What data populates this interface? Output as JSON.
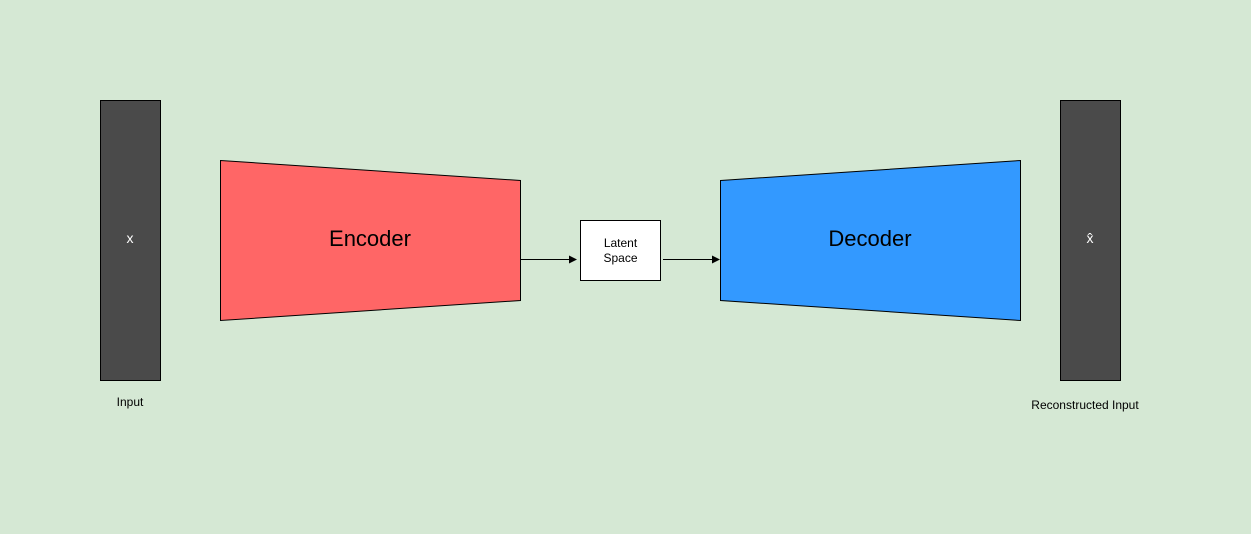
{
  "diagram": {
    "input": {
      "symbol": "x",
      "caption": "Input"
    },
    "encoder": {
      "label": "Encoder"
    },
    "latent": {
      "line1": "Latent",
      "line2": "Space"
    },
    "decoder": {
      "label": "Decoder"
    },
    "output": {
      "symbol": "x̂",
      "caption": "Reconstructed Input"
    }
  },
  "colors": {
    "background": "#d5e8d4",
    "vector_bar": "#4a4a4a",
    "encoder_fill": "#ff6666",
    "decoder_fill": "#3399ff",
    "latent_fill": "#ffffff",
    "stroke": "#000000"
  }
}
